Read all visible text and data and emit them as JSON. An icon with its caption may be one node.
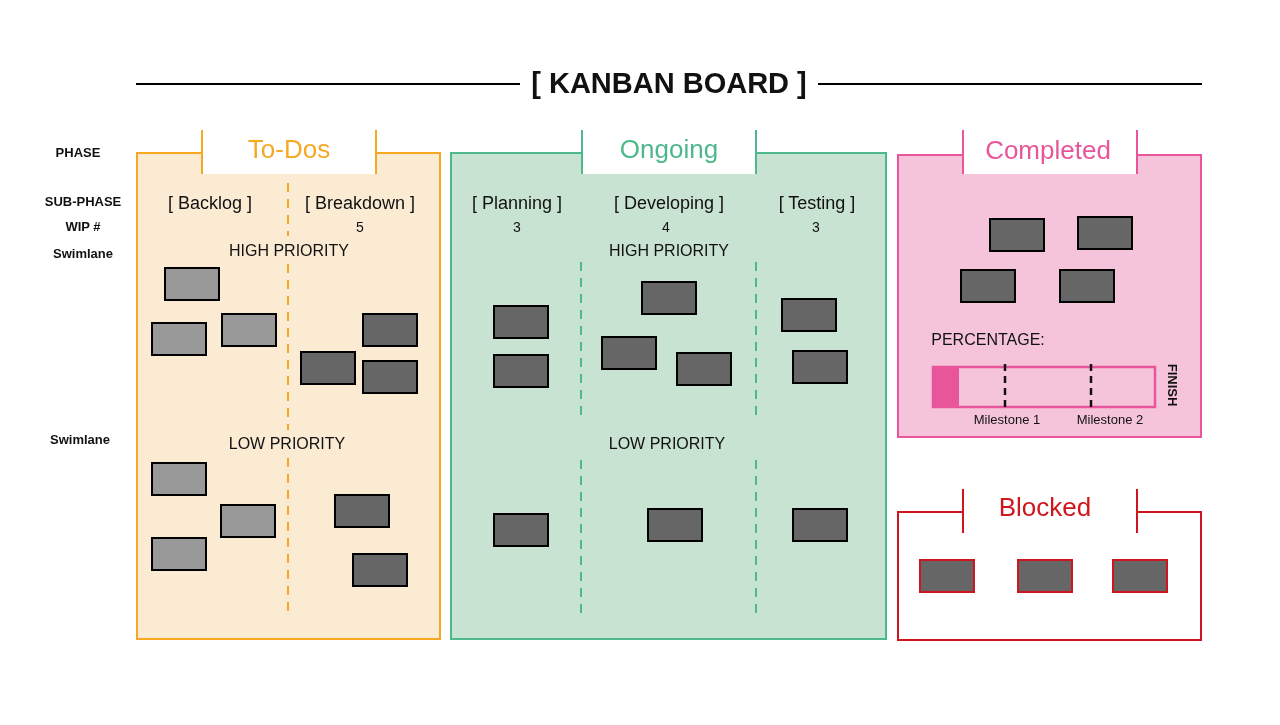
{
  "diagram": {
    "title": "[ KANBAN BOARD ]",
    "nodes": [
      {
        "text": [
          "To-Dos",
          "[ Backlog ]",
          "[ Breakdown ]",
          "5",
          "HIGH PRIORITY",
          "LOW PRIORITY"
        ]
      },
      {
        "text": [],
        "shape": "box",
        "in": 0
      },
      {
        "text": [],
        "shape": "box",
        "in": 0
      },
      {
        "text": [],
        "shape": "box",
        "in": 0
      },
      {
        "text": [],
        "shape": "box",
        "in": 0
      },
      {
        "text": [],
        "shape": "box",
        "in": 0
      },
      {
        "text": [],
        "shape": "box",
        "in": 0
      },
      {
        "text": [],
        "shape": "box",
        "in": 0
      },
      {
        "text": [],
        "shape": "box",
        "in": 0
      },
      {
        "text": [],
        "shape": "box",
        "in": 0
      },
      {
        "text": [],
        "shape": "box",
        "in": 0
      },
      {
        "text": [],
        "shape": "box",
        "in": 0
      },
      {
        "text": [
          "Ongoing",
          "[ Planning ]",
          "3",
          "[ Developing ]",
          "4",
          "[ Testing ]",
          "3",
          "HIGH PRIORITY",
          "LOW PRIORITY"
        ]
      },
      {
        "text": [],
        "shape": "box",
        "in": 12
      },
      {
        "text": [],
        "shape": "box",
        "in": 12
      },
      {
        "text": [],
        "shape": "box",
        "in": 12
      },
      {
        "text": [],
        "shape": "box",
        "in": 12
      },
      {
        "text": [],
        "shape": "box",
        "in": 12
      },
      {
        "text": [],
        "shape": "box",
        "in": 12
      },
      {
        "text": [],
        "shape": "box",
        "in": 12
      },
      {
        "text": [],
        "shape": "box",
        "in": 12
      },
      {
        "text": [],
        "shape": "box",
        "in": 12
      },
      {
        "text": [],
        "shape": "box",
        "in": 12
      },
      {
        "text": [
          "Completed",
          "PERCENTAGE:",
          "Milestone 1",
          "Milestone 2",
          "FINISH"
        ]
      },
      {
        "text": [],
        "shape": "box",
        "in": 23
      },
      {
        "text": [],
        "shape": "box",
        "in": 23
      },
      {
        "text": [],
        "shape": "box",
        "in": 23
      },
      {
        "text": [],
        "shape": "box",
        "in": 23
      },
      {
        "text": [
          "Blocked"
        ]
      },
      {
        "text": [],
        "shape": "box",
        "in": 28
      },
      {
        "text": [],
        "shape": "box",
        "in": 28
      },
      {
        "text": [],
        "shape": "box",
        "in": 28
      }
    ],
    "labels": [
      "PHASE",
      "SUB-PHASE",
      "WIP #",
      "Swimlane",
      "Swimlane"
    ]
  }
}
